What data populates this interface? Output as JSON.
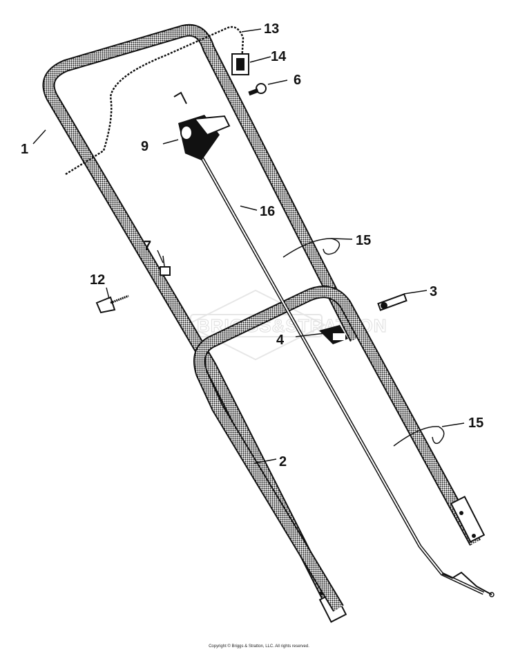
{
  "diagram": {
    "callouts": [
      {
        "id": "1",
        "label": "1"
      },
      {
        "id": "2",
        "label": "2"
      },
      {
        "id": "3",
        "label": "3"
      },
      {
        "id": "4",
        "label": "4"
      },
      {
        "id": "6",
        "label": "6"
      },
      {
        "id": "7",
        "label": "7"
      },
      {
        "id": "9",
        "label": "9"
      },
      {
        "id": "12",
        "label": "12"
      },
      {
        "id": "13",
        "label": "13"
      },
      {
        "id": "14",
        "label": "14"
      },
      {
        "id": "15a",
        "label": "15"
      },
      {
        "id": "15b",
        "label": "15"
      },
      {
        "id": "16",
        "label": "16"
      }
    ],
    "watermark": "BRIGGS&STRATTON"
  },
  "footer": {
    "copyright": "Copyright © Briggs & Stratton, LLC. All rights reserved."
  },
  "colors": {
    "ink": "#111111",
    "tube": "#2a2a2a",
    "watermark": "#e2e2e2"
  }
}
